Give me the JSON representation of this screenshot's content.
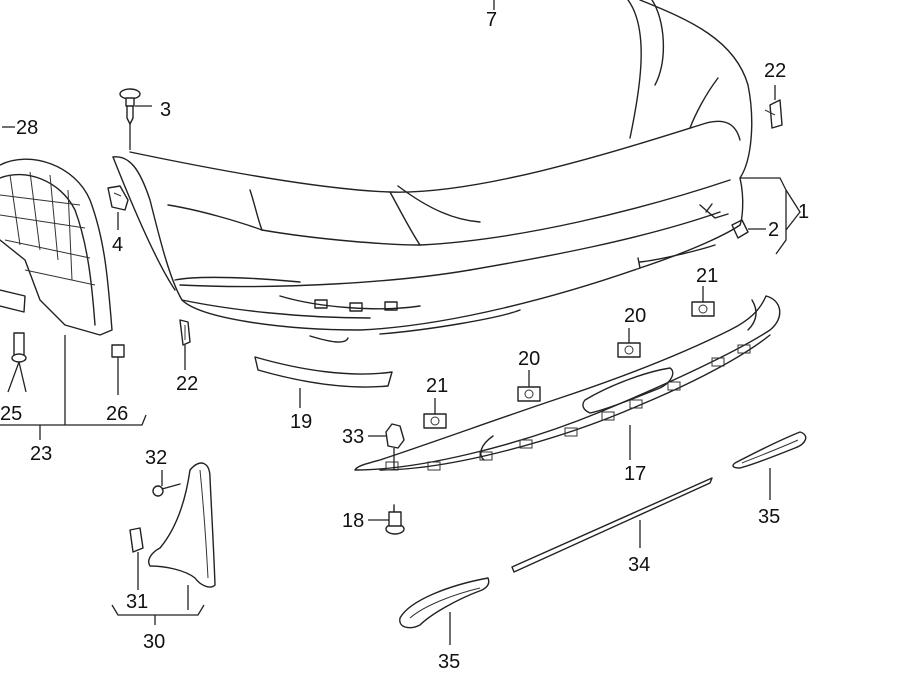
{
  "diagram": {
    "labels": {
      "p1": "1",
      "p2": "2",
      "p3": "3",
      "p4": "4",
      "p7": "7",
      "p17": "17",
      "p18": "18",
      "p19": "19",
      "p20a": "20",
      "p20b": "20",
      "p21a": "21",
      "p21b": "21",
      "p22a": "22",
      "p22b": "22",
      "p23": "23",
      "p25": "25",
      "p26": "26",
      "p28": "28",
      "p30": "30",
      "p31": "31",
      "p32": "32",
      "p33": "33",
      "p34": "34",
      "p35a": "35",
      "p35b": "35"
    },
    "colors": {
      "line": "#222222",
      "background": "#ffffff"
    }
  }
}
